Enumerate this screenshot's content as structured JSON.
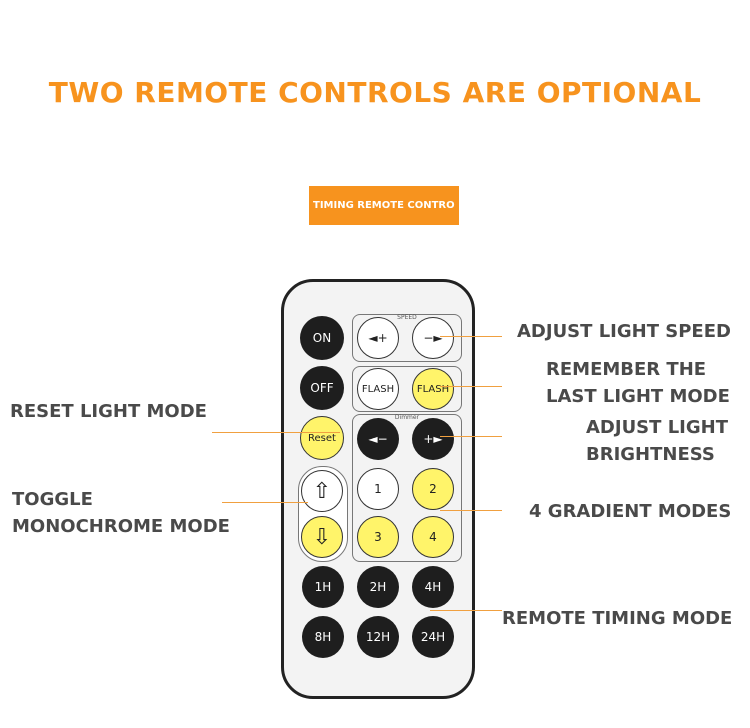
{
  "headline": "TWO REMOTE CONTROLS ARE OPTIONAL",
  "tag": "TIMING REMOTE CONTRO",
  "remote": {
    "on": "ON",
    "off": "OFF",
    "reset": "Reset",
    "speed_group": "SPEED",
    "speed_up": "◄+",
    "speed_down": "−►",
    "flash1": "FLASH",
    "flash2": "FLASH",
    "dimmer_group": "Dimmer",
    "dim_down": "◄−",
    "dim_up": "+►",
    "up_arrow": "⇧",
    "down_arrow": "⇩",
    "mode1": "1",
    "mode2": "2",
    "mode3": "3",
    "mode4": "4",
    "t1": "1H",
    "t2": "2H",
    "t4": "4H",
    "t8": "8H",
    "t12": "12H",
    "t24": "24H"
  },
  "labels": {
    "speed": "ADJUST LIGHT SPEED",
    "remember_1": "REMEMBER THE",
    "remember_2": "LAST LIGHT MODE",
    "reset": "RESET LIGHT MODE",
    "brightness_1": "ADJUST LIGHT",
    "brightness_2": "BRIGHTNESS",
    "toggle_1": "TOGGLE",
    "toggle_2": "MONOCHROME MODE",
    "gradient": "4 GRADIENT MODES",
    "timing": "REMOTE TIMING MODE"
  }
}
